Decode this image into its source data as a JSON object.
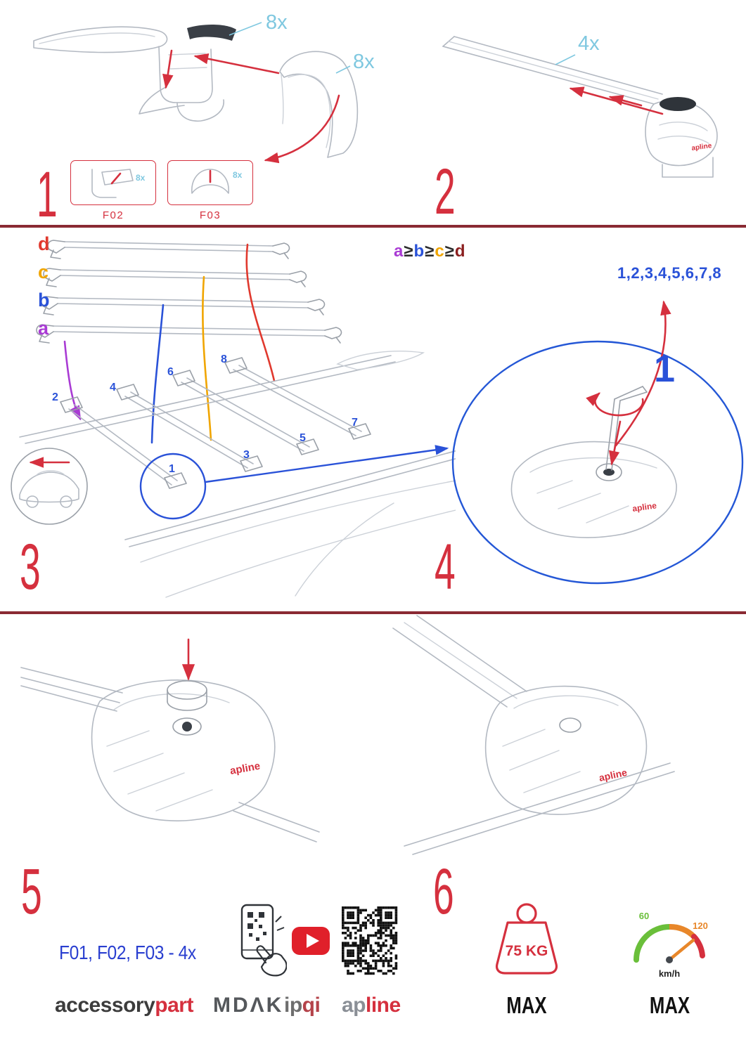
{
  "colors": {
    "accent_red": "#d5303e",
    "qty_cyan": "#7fc8e0",
    "blue": "#2a52d8",
    "purple": "#a93bd4",
    "orange": "#f0a500",
    "bar_red": "#e0392e",
    "formula_dark_red": "#8b1f1f",
    "divider_maroon": "#8a2a33",
    "sketch_gray": "#b3b9c2",
    "speed_green": "#6abf3a",
    "speed_orange": "#e8872a"
  },
  "part_brand": "apline",
  "step1": {
    "number": "1",
    "qty_cap": "8x",
    "qty_cover": "8x",
    "boxes": [
      {
        "label": "F02",
        "qty": "8x"
      },
      {
        "label": "F03",
        "qty": "8x"
      }
    ]
  },
  "step2": {
    "number": "2",
    "qty": "4x"
  },
  "step3": {
    "number": "3",
    "bar_labels": [
      {
        "label": "d",
        "color": "#e0392e"
      },
      {
        "label": "c",
        "color": "#f0a500"
      },
      {
        "label": "b",
        "color": "#2a52d8"
      },
      {
        "label": "a",
        "color": "#a93bd4"
      }
    ],
    "formula": [
      {
        "text": "a",
        "color": "#a93bd4"
      },
      {
        "text": "≥",
        "color": "#2b2b2b"
      },
      {
        "text": "b",
        "color": "#2a52d8"
      },
      {
        "text": "≥",
        "color": "#2b2b2b"
      },
      {
        "text": "c",
        "color": "#f0a500"
      },
      {
        "text": "≥",
        "color": "#2b2b2b"
      },
      {
        "text": "d",
        "color": "#8b1f1f"
      }
    ],
    "positions": [
      "1",
      "2",
      "3",
      "4",
      "5",
      "6",
      "7",
      "8"
    ]
  },
  "step4": {
    "number": "4",
    "sequence": "1,2,3,4,5,6,7,8",
    "callout": "1"
  },
  "step5": {
    "number": "5",
    "parts_note": "F01, F02, F03 - 4x"
  },
  "step6": {
    "number": "6",
    "weight": {
      "value": "75 KG",
      "max": "MAX"
    },
    "speed": {
      "low": "60",
      "high": "120",
      "unit": "km/h",
      "max": "MAX"
    }
  },
  "brands": {
    "accessorypart": [
      {
        "text": "accessory",
        "color": "#3c3c3c"
      },
      {
        "text": "part",
        "color": "#d5303e"
      }
    ],
    "mdak": "MDΛK",
    "ipqi": [
      {
        "text": "ip",
        "color": "#6e6e6e"
      },
      {
        "text": "qi",
        "color": "#b4434a"
      }
    ],
    "apline": [
      {
        "text": "ap",
        "color": "#8a8f96"
      },
      {
        "text": "line",
        "color": "#d5303e"
      }
    ]
  },
  "icons": {
    "phone_scan": "phone-qr-scan-icon",
    "youtube": "youtube-play-icon",
    "qr": "qr-code-icon",
    "weight": "weight-max-icon",
    "speedometer": "speedometer-icon",
    "direction_arrow": "front-direction-arrow-icon"
  }
}
